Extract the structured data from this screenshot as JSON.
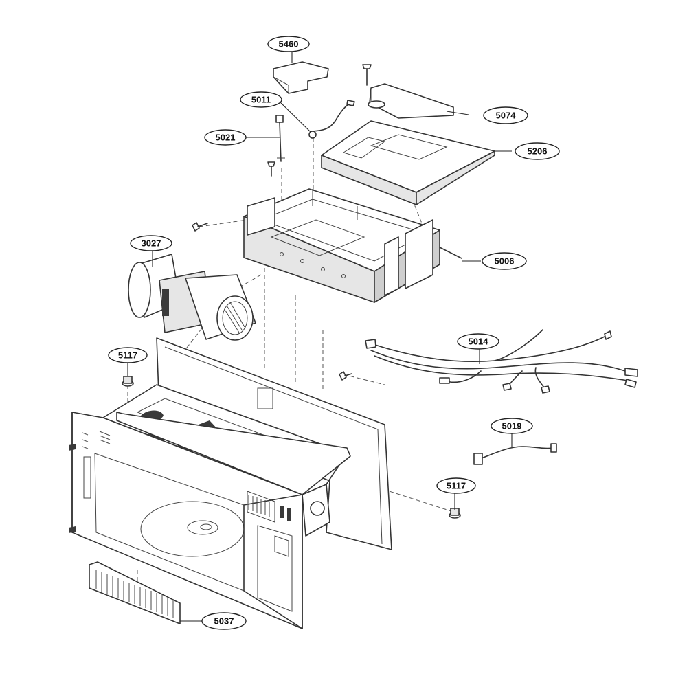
{
  "diagram": {
    "callouts": [
      {
        "id": "c5460",
        "label": "5460"
      },
      {
        "id": "c5011",
        "label": "5011"
      },
      {
        "id": "c5074",
        "label": "5074"
      },
      {
        "id": "c5021",
        "label": "5021"
      },
      {
        "id": "c5206",
        "label": "5206"
      },
      {
        "id": "c3027",
        "label": "3027"
      },
      {
        "id": "c5006",
        "label": "5006"
      },
      {
        "id": "c5014",
        "label": "5014"
      },
      {
        "id": "c5117a",
        "label": "5117"
      },
      {
        "id": "c5019",
        "label": "5019"
      },
      {
        "id": "c5117b",
        "label": "5117"
      },
      {
        "id": "c5037",
        "label": "5037"
      }
    ]
  }
}
